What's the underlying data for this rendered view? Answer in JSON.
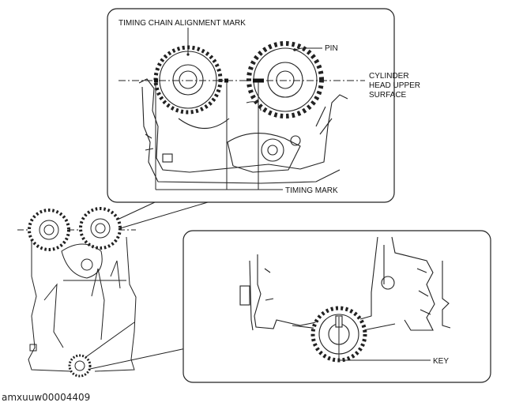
{
  "labels": {
    "alignment_mark": "TIMING CHAIN ALIGNMENT MARK",
    "pin": "PIN",
    "cyl_line1": "CYLINDER",
    "cyl_line2": "HEAD UPPER",
    "cyl_line3": "SURFACE",
    "timing_mark": "TIMING MARK",
    "key": "KEY"
  },
  "caption": "amxuuw00004409"
}
